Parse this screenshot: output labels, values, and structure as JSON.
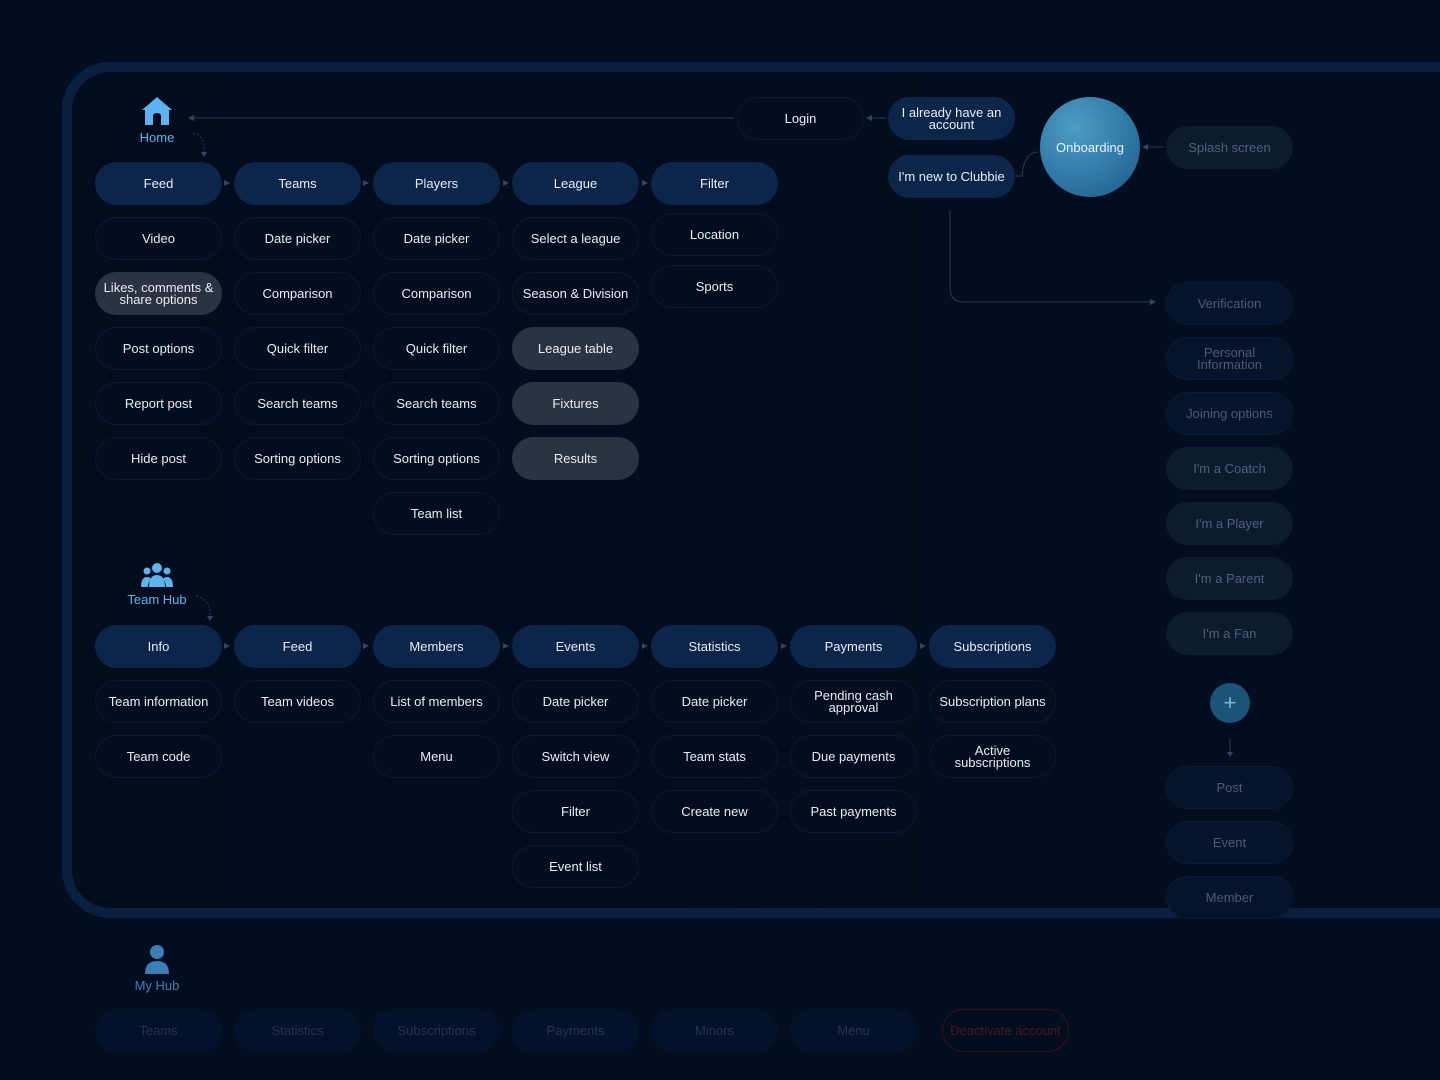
{
  "home": {
    "label": "Home"
  },
  "auth": {
    "login": "Login",
    "already": "I already have an account",
    "new": "I'm new to Clubbie",
    "onboarding": "Onboarding",
    "splash": "Splash screen"
  },
  "home_columns": [
    {
      "head": "Feed",
      "items": [
        "Video",
        "Likes, comments & share options",
        "Post options",
        "Report post",
        "Hide post"
      ]
    },
    {
      "head": "Teams",
      "items": [
        "Date picker",
        "Comparison",
        "Quick filter",
        "Search teams",
        "Sorting options"
      ]
    },
    {
      "head": "Players",
      "items": [
        "Date picker",
        "Comparison",
        "Quick filter",
        "Search teams",
        "Sorting options",
        "Team list"
      ]
    },
    {
      "head": "League",
      "items": [
        "Select a league",
        "Season & Division",
        "League table",
        "Fixtures",
        "Results"
      ]
    },
    {
      "head": "Filter",
      "items": [
        "Location",
        "Sports"
      ]
    }
  ],
  "onboarding_flow": {
    "steps": [
      "Verification",
      "Personal Information",
      "Joining options"
    ],
    "roles": [
      "I'm a Coatch",
      "I'm a Player",
      "I'm a Parent",
      "I'm a Fan"
    ],
    "plus": "+",
    "create": [
      "Post",
      "Event",
      "Member"
    ]
  },
  "team_hub": {
    "label": "Team Hub",
    "columns": [
      {
        "head": "Info",
        "items": [
          "Team information",
          "Team code"
        ]
      },
      {
        "head": "Feed",
        "items": [
          "Team videos"
        ]
      },
      {
        "head": "Members",
        "items": [
          "List of members",
          "Menu"
        ]
      },
      {
        "head": "Events",
        "items": [
          "Date picker",
          "Switch view",
          "Filter",
          "Event list"
        ]
      },
      {
        "head": "Statistics",
        "items": [
          "Date picker",
          "Team stats",
          "Create new"
        ]
      },
      {
        "head": "Payments",
        "items": [
          "Pending cash approval",
          "Due payments",
          "Past payments"
        ]
      },
      {
        "head": "Subscriptions",
        "items": [
          "Subscription plans",
          "Active subscriptions"
        ]
      }
    ]
  },
  "my_hub": {
    "label": "My Hub",
    "items": [
      "Teams",
      "Statistics",
      "Subscriptions",
      "Payments",
      "Minors",
      "Menu"
    ],
    "deactivate": "Deactivate account"
  },
  "colors": {
    "background": "#020d1f",
    "header_pill": "#0c2649",
    "highlight_pill": "#2a3341",
    "accent": "#5bb3f0",
    "onboarding": "#2f79a6"
  }
}
